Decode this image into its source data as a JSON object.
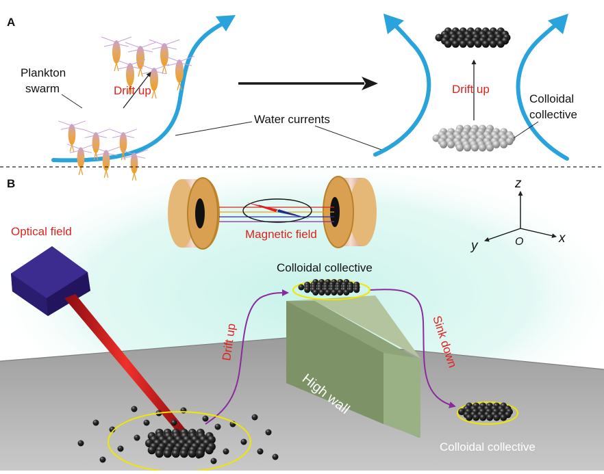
{
  "panel_a": {
    "label": "A",
    "plankton_label_line1": "Plankton",
    "plankton_label_line2": "swarm",
    "drift_up_left": "Drift up",
    "water_currents": "Water currents",
    "drift_up_right": "Drift up",
    "colloidal_line1": "Colloidal",
    "colloidal_line2": "collective"
  },
  "panel_b": {
    "label": "B",
    "optical_field": "Optical field",
    "magnetic_field": "Magnetic field",
    "axis_z": "z",
    "axis_x": "x",
    "axis_y": "y",
    "axis_origin": "O",
    "colloidal_top": "Colloidal collective",
    "drift_up": "Drift up",
    "sink_down": "Sink down",
    "high_wall": "High wall",
    "colloidal_bottom": "Colloidal collective"
  },
  "colors": {
    "red_label": "#e0201c",
    "current_blue": "#29a3dc",
    "purple_path": "#8a2a9c",
    "yellow_ring": "#f2e600",
    "wall_green": "#8ea378",
    "laser_red": "#d0181c",
    "glow_cyan": "#c8f3ea"
  }
}
